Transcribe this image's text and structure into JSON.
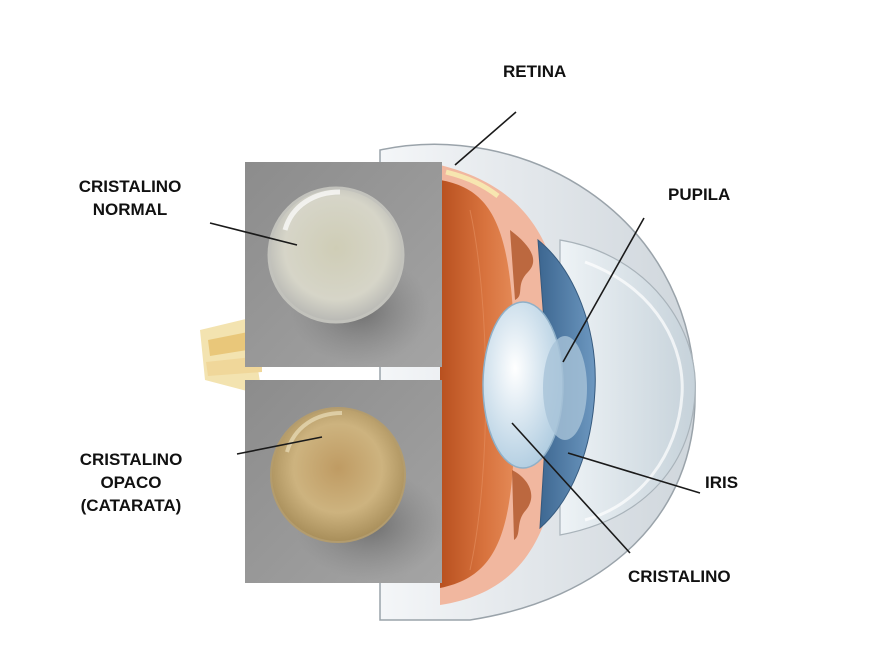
{
  "labels": {
    "retina": "RETINA",
    "pupila": "PUPILA",
    "iris": "IRIS",
    "cristalino": "CRISTALINO",
    "normal": [
      "CRISTALINO",
      "NORMAL"
    ],
    "opaco": [
      "CRISTALINO",
      "OPACO",
      "(CATARATA)"
    ]
  },
  "colors": {
    "sclera": "#e4e8ec",
    "choroid": "#c8602c",
    "retina_layer": "#f0b49e",
    "iris": "#4f7ba6",
    "lens": "#d6e8f3",
    "inset_bg": "#9a9a9a",
    "lens_normal": "#d8d6c8",
    "lens_opaque": "#c9ad78",
    "leader_line": "#1a1a1a"
  }
}
